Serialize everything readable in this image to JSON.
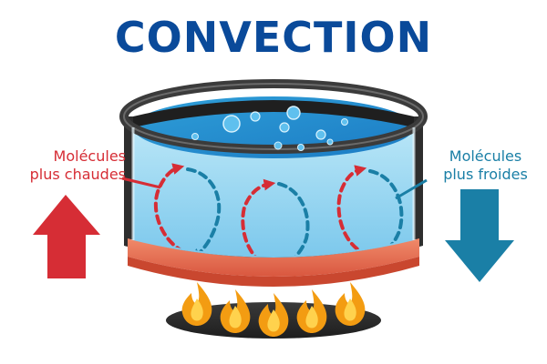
{
  "title": "CONVECTION",
  "labels": {
    "hot": {
      "line1": "Molécules",
      "line2": "plus chaudes"
    },
    "cold": {
      "line1": "Molécules",
      "line2": "plus froides"
    }
  },
  "colors": {
    "title": "#0a4a9a",
    "hot": "#d62d35",
    "cold": "#1a7fa6",
    "water": "#8fd3f0",
    "pot": "#2e2e2e",
    "flame": "#f5a623"
  },
  "icons": [
    "hot-up-arrow-icon",
    "cold-down-arrow-icon",
    "flame-icon",
    "bubble-icon"
  ]
}
